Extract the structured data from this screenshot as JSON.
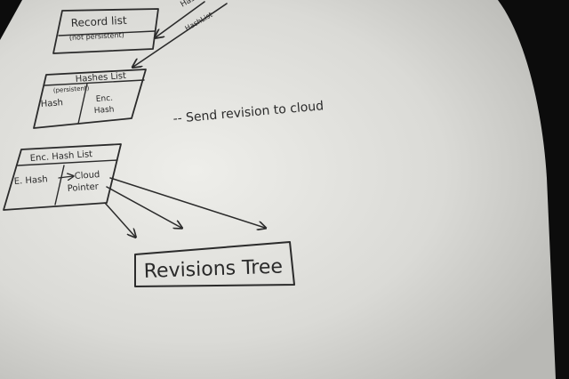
{
  "photo": {
    "description": "photo of handwritten diagram on white paper"
  },
  "arrow_labels": {
    "top_arrow_1": "Hash",
    "top_arrow_2": "HashList"
  },
  "record_list": {
    "title": "Record list",
    "subtitle": "(not persistent)"
  },
  "hashes_list": {
    "title": "Hashes List",
    "subtitle": "(persistent)",
    "cell_left": "Hash",
    "cell_right_1": "Enc.",
    "cell_right_2": "Hash"
  },
  "note": "-- Send revision to cloud",
  "enc_hash_list": {
    "title": "Enc. Hash List",
    "cell_left": "E. Hash",
    "cell_right_1": "Cloud",
    "cell_right_2": "Pointer"
  },
  "revisions_tree": {
    "label": "Revisions Tree"
  }
}
